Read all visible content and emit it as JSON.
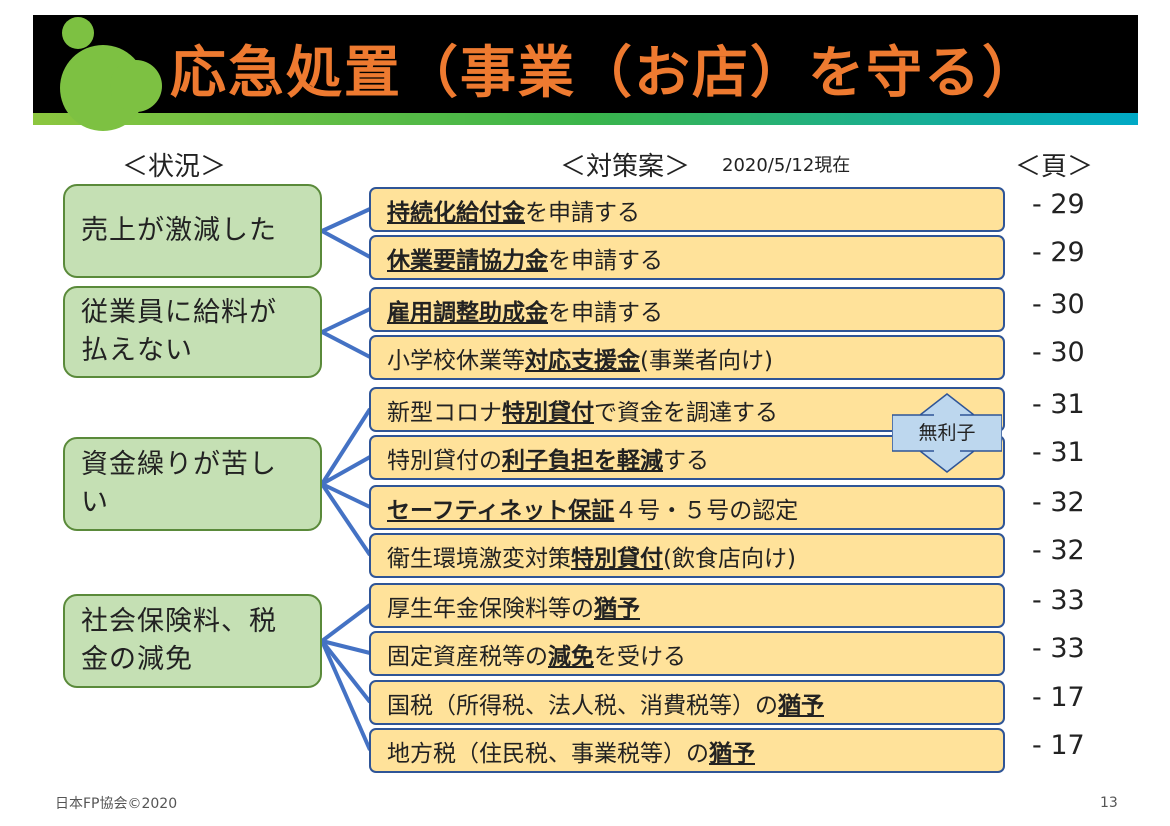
{
  "title": "応急処置（事業（お店）を守る）",
  "headers": {
    "situation": "＜状況＞",
    "measures": "＜対策案＞",
    "date": "2020/5/12現在",
    "page": "＜頁＞"
  },
  "situations": [
    {
      "label": "売上が激減した",
      "rows": [
        0,
        1
      ]
    },
    {
      "label": "従業員に給料が払えない",
      "rows": [
        2,
        3
      ]
    },
    {
      "label": "資金繰りが苦しい",
      "rows": [
        4,
        5,
        6,
        7
      ]
    },
    {
      "label": "社会保険料、税金の減免",
      "rows": [
        8,
        9,
        10,
        11
      ]
    }
  ],
  "measures": [
    {
      "parts": [
        {
          "t": "持続化給付金",
          "b": true
        },
        {
          "t": "を申請する"
        }
      ],
      "page": "- 29"
    },
    {
      "parts": [
        {
          "t": "休業要請協力金",
          "b": true
        },
        {
          "t": "を申請する"
        }
      ],
      "page": "- 29"
    },
    {
      "parts": [
        {
          "t": "雇用調整助成金",
          "b": true
        },
        {
          "t": "を申請する"
        }
      ],
      "page": "- 30"
    },
    {
      "parts": [
        {
          "t": "小学校休業等"
        },
        {
          "t": "対応支援金",
          "b": true
        },
        {
          "t": "(事業者向け)"
        }
      ],
      "page": "- 30"
    },
    {
      "parts": [
        {
          "t": "新型コロナ"
        },
        {
          "t": "特別貸付",
          "b": true
        },
        {
          "t": "で資金を調達する"
        }
      ],
      "page": "- 31"
    },
    {
      "parts": [
        {
          "t": "特別貸付の"
        },
        {
          "t": "利子負担を軽減",
          "b": true
        },
        {
          "t": "する"
        }
      ],
      "page": "- 31"
    },
    {
      "parts": [
        {
          "t": "セーフティネット保証",
          "b": true
        },
        {
          "t": "４号・５号の認定"
        }
      ],
      "page": "- 32"
    },
    {
      "parts": [
        {
          "t": "衛生環境激変対策"
        },
        {
          "t": "特別貸付 ",
          "b": true
        },
        {
          "t": "(飲食店向け)"
        }
      ],
      "page": "- 32"
    },
    {
      "parts": [
        {
          "t": "厚生年金保険料等の"
        },
        {
          "t": "猶予",
          "b": true
        }
      ],
      "page": "- 33"
    },
    {
      "parts": [
        {
          "t": "固定資産税等の"
        },
        {
          "t": "減免",
          "b": true
        },
        {
          "t": "を受ける"
        }
      ],
      "page": "- 33"
    },
    {
      "parts": [
        {
          "t": "国税（所得税、法人税、消費税等）の"
        },
        {
          "t": "猶予",
          "b": true
        }
      ],
      "page": "- 17"
    },
    {
      "parts": [
        {
          "t": "地方税（住民税、事業税等）の"
        },
        {
          "t": "猶予",
          "b": true
        }
      ],
      "page": "- 17"
    }
  ],
  "badge": "無利子",
  "footer": "日本FP協会©2020",
  "slide_number": "13",
  "colors": {
    "title": "#ee7a30",
    "situation_fill": "#c5e0b4",
    "measure_fill": "#ffe29a",
    "connector": "#4472c4"
  }
}
